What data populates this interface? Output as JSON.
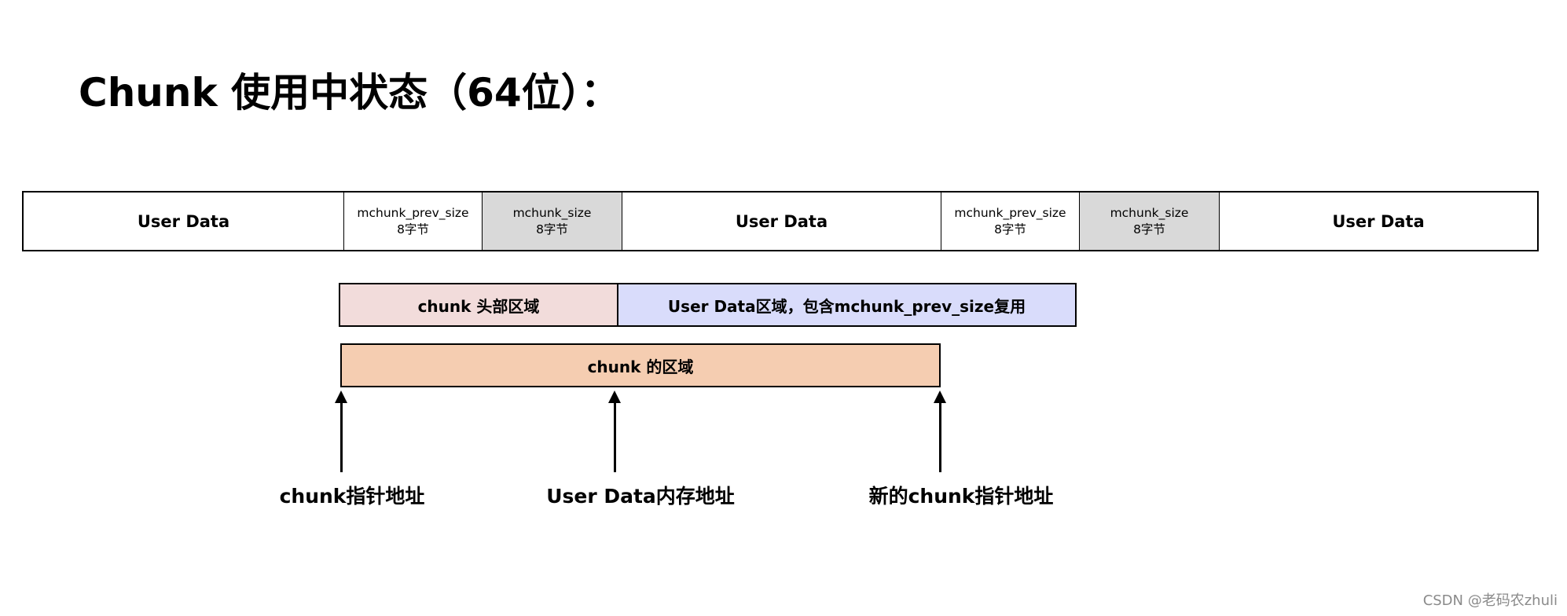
{
  "title": "Chunk 使用中状态（64位）：",
  "memory_row": {
    "cells": [
      {
        "label": "User Data"
      },
      {
        "label": "mchunk_prev_size",
        "sub": "8字节"
      },
      {
        "label": "mchunk_size",
        "sub": "8字节"
      },
      {
        "label": "User Data"
      },
      {
        "label": "mchunk_prev_size",
        "sub": "8字节"
      },
      {
        "label": "mchunk_size",
        "sub": "8字节"
      },
      {
        "label": "User Data"
      }
    ]
  },
  "regions": {
    "header": {
      "label": "chunk 头部区域",
      "color": "#f2dcdb"
    },
    "user_data": {
      "label": "User Data区域，包含mchunk_prev_size复用",
      "color": "#d9dcfb"
    },
    "chunk": {
      "label": "chunk 的区域",
      "color": "#f5cdb1"
    }
  },
  "pointers": {
    "chunk_ptr": "chunk指针地址",
    "user_data_ptr": "User Data内存地址",
    "next_chunk_ptr": "新的chunk指针地址"
  },
  "watermark": "CSDN @老码农zhuli"
}
